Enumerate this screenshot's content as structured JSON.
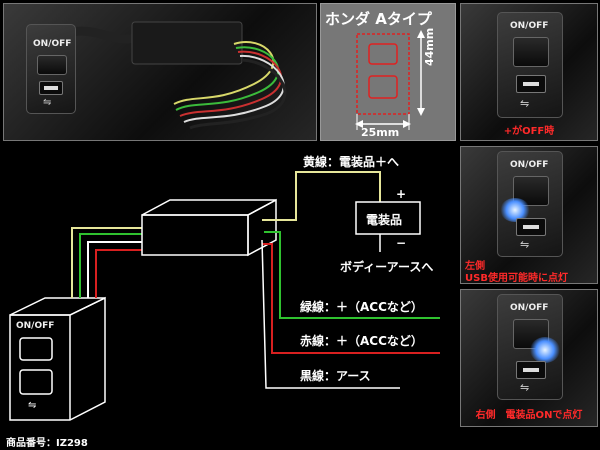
{
  "product_photo": {
    "switch_label": "ON/OFF"
  },
  "dimension_panel": {
    "title": "ホンダ Aタイプ",
    "height_label": "44mm",
    "width_label": "25mm"
  },
  "states": [
    {
      "switch_label": "ON/OFF",
      "caption_line1": "+がOFF時",
      "caption_line2": ""
    },
    {
      "switch_label": "ON/OFF",
      "caption_line1": "左側",
      "caption_line2": "USB使用可能時に点灯"
    },
    {
      "switch_label": "ON/OFF",
      "caption_line1": "右側　電装品ONで点灯",
      "caption_line2": ""
    }
  ],
  "diagram": {
    "yellow_label": "黄線：電装品＋へ",
    "device_label": "電装品",
    "plus": "+",
    "minus": "−",
    "body_earth_label": "ボディーアースへ",
    "green_label": "緑線：＋（ACCなど）",
    "red_label": "赤線：＋（ACCなど）",
    "black_label": "黒線：アース",
    "switch_label": "ON/OFF",
    "colors": {
      "yellow": "#e6e69a",
      "green": "#2fc22f",
      "red": "#d82020",
      "white": "#ffffff"
    }
  },
  "product_number": "商品番号：IZ298"
}
